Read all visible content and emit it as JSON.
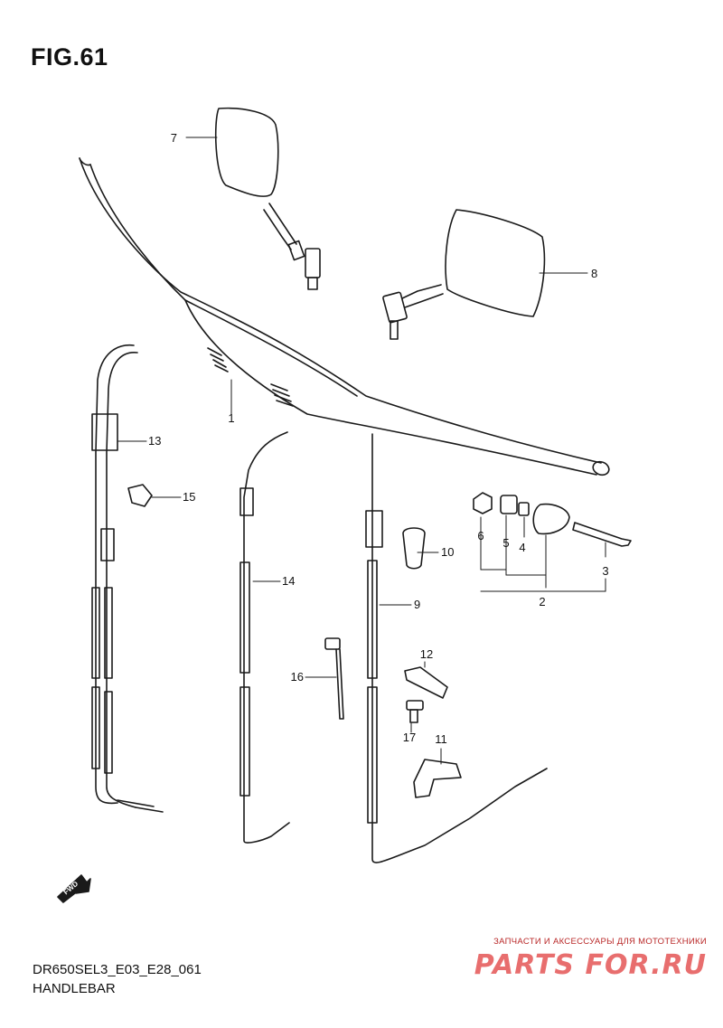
{
  "figure": {
    "title": "FIG.61",
    "model_code": "DR650SEL3_E03_E28_061",
    "section_name": "HANDLEBAR"
  },
  "callouts": {
    "c1": "1",
    "c2": "2",
    "c3": "3",
    "c4": "4",
    "c5": "5",
    "c6": "6",
    "c7": "7",
    "c8": "8",
    "c9": "9",
    "c10": "10",
    "c11": "11",
    "c12": "12",
    "c13": "13",
    "c14": "14",
    "c15": "15",
    "c16": "16",
    "c17": "17"
  },
  "fwd_marker": {
    "label": "FWD"
  },
  "watermark": {
    "tagline": "ЗАПЧАСТИ И АКСЕССУАРЫ ДЛЯ МОТОТЕХНИКИ",
    "brand": "PARTS FOR.RU"
  }
}
